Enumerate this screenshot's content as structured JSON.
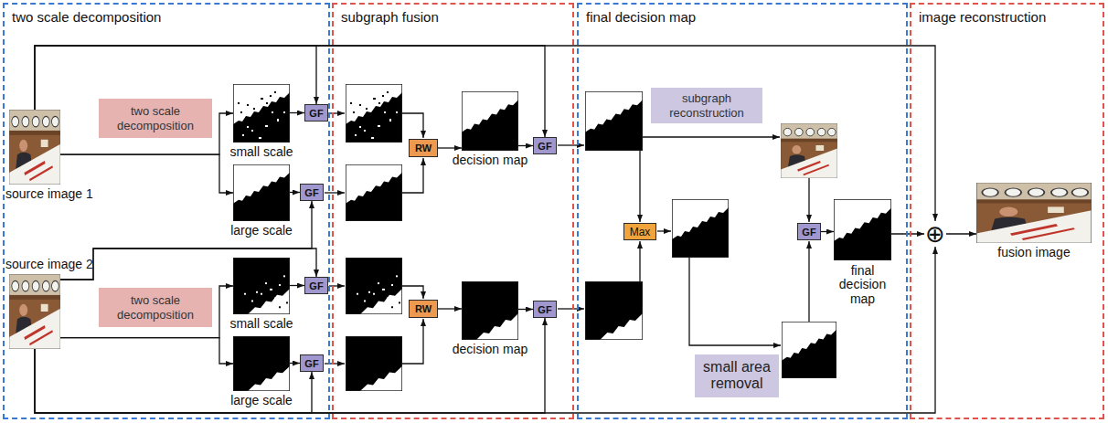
{
  "diagram": {
    "nodes": [
      {
        "text": [
          "two scale decomposition"
        ]
      },
      {
        "text": [
          "source image 1"
        ],
        "in": 0
      },
      {
        "text": [
          "two scale decomposition"
        ],
        "in": 0
      },
      {
        "text": [
          "small scale"
        ],
        "in": 0
      },
      {
        "text": [
          "large scale"
        ],
        "in": 0
      },
      {
        "text": [
          "GF"
        ],
        "in": 0
      },
      {
        "text": [
          "GF"
        ],
        "in": 0
      },
      {
        "text": [
          "source image 2"
        ],
        "in": 0
      },
      {
        "text": [
          "two scale decomposition"
        ],
        "in": 0
      },
      {
        "text": [
          "small scale"
        ],
        "in": 0
      },
      {
        "text": [
          "large scale"
        ],
        "in": 0
      },
      {
        "text": [
          "GF"
        ],
        "in": 0
      },
      {
        "text": [
          "GF"
        ],
        "in": 0
      },
      {
        "text": [
          "subgraph fusion"
        ]
      },
      {
        "text": [
          "RW"
        ],
        "in": 13
      },
      {
        "text": [
          "decision map"
        ],
        "in": 13
      },
      {
        "text": [
          "GF"
        ],
        "in": 13
      },
      {
        "text": [
          "RW"
        ],
        "in": 13
      },
      {
        "text": [
          "decision map"
        ],
        "in": 13
      },
      {
        "text": [
          "GF"
        ],
        "in": 13
      },
      {
        "text": [
          "final decision map"
        ]
      },
      {
        "text": [
          "subgraph reconstruction"
        ],
        "in": 20
      },
      {
        "text": [
          "Max"
        ],
        "in": 20
      },
      {
        "text": [
          "GF"
        ],
        "in": 20
      },
      {
        "text": [
          "final decision map"
        ],
        "in": 20
      },
      {
        "text": [
          "small area removal"
        ],
        "in": 20
      },
      {
        "text": [
          "image reconstruction"
        ]
      },
      {
        "text": [
          "⊕"
        ],
        "in": 26
      },
      {
        "text": [
          "fusion image"
        ],
        "in": 26
      }
    ],
    "edges": [
      {
        "from": 1,
        "to": 3,
        "arrow": "to"
      },
      {
        "from": 1,
        "to": 4,
        "arrow": "to"
      },
      {
        "from": 1,
        "to": 5,
        "arrow": "to"
      },
      {
        "from": 3,
        "to": 5,
        "arrow": "to"
      },
      {
        "from": 4,
        "to": 6,
        "arrow": "to"
      },
      {
        "from": 7,
        "to": 6,
        "arrow": "to"
      },
      {
        "from": 7,
        "to": 11,
        "arrow": "to"
      },
      {
        "from": 7,
        "to": 9,
        "arrow": "to"
      },
      {
        "from": 7,
        "to": 10,
        "arrow": "to"
      },
      {
        "from": 9,
        "to": 11,
        "arrow": "to"
      },
      {
        "from": 10,
        "to": 12,
        "arrow": "to"
      },
      {
        "from": 7,
        "to": 12,
        "arrow": "to"
      },
      {
        "from": 14,
        "to": 15,
        "arrow": "to"
      },
      {
        "from": 15,
        "to": 16,
        "arrow": "to"
      },
      {
        "from": 1,
        "to": 16,
        "arrow": "to"
      },
      {
        "from": 17,
        "to": 18,
        "arrow": "to"
      },
      {
        "from": 18,
        "to": 19,
        "arrow": "to"
      },
      {
        "from": 7,
        "to": 19,
        "arrow": "to"
      },
      {
        "from": 23,
        "to": 24,
        "arrow": "to"
      },
      {
        "from": 24,
        "to": 27,
        "arrow": "to"
      },
      {
        "from": 1,
        "to": 27,
        "arrow": "to"
      },
      {
        "from": 7,
        "to": 27,
        "arrow": "to"
      },
      {
        "from": 27,
        "to": 28,
        "arrow": "to"
      }
    ]
  }
}
